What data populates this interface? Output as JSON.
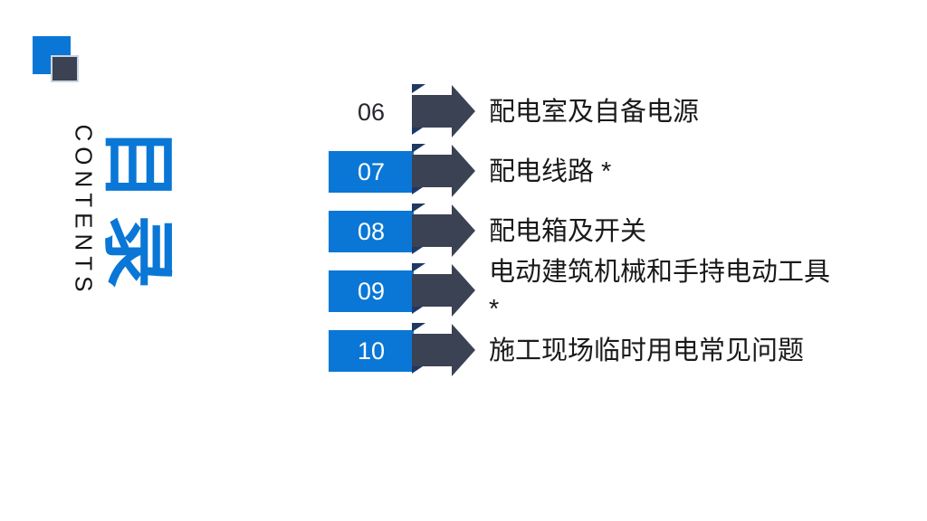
{
  "slide": {
    "title": "目录",
    "subtitle": "CONTENTS"
  },
  "colors": {
    "accent_blue": "#0a77d6",
    "arrow_navy": "#3b4254",
    "fold_dark_blue": "#1f3864",
    "label_text": "#1a1a1a"
  },
  "toc": {
    "items": [
      {
        "number": "06",
        "label": "配电室及自备电源",
        "highlighted": false
      },
      {
        "number": "07",
        "label": "配电线路 *",
        "highlighted": true
      },
      {
        "number": "08",
        "label": "配电箱及开关",
        "highlighted": true
      },
      {
        "number": "09",
        "label": "电动建筑机械和手持电动工具\n*",
        "highlighted": true
      },
      {
        "number": "10",
        "label": "施工现场临时用电常见问题",
        "highlighted": true
      }
    ]
  }
}
